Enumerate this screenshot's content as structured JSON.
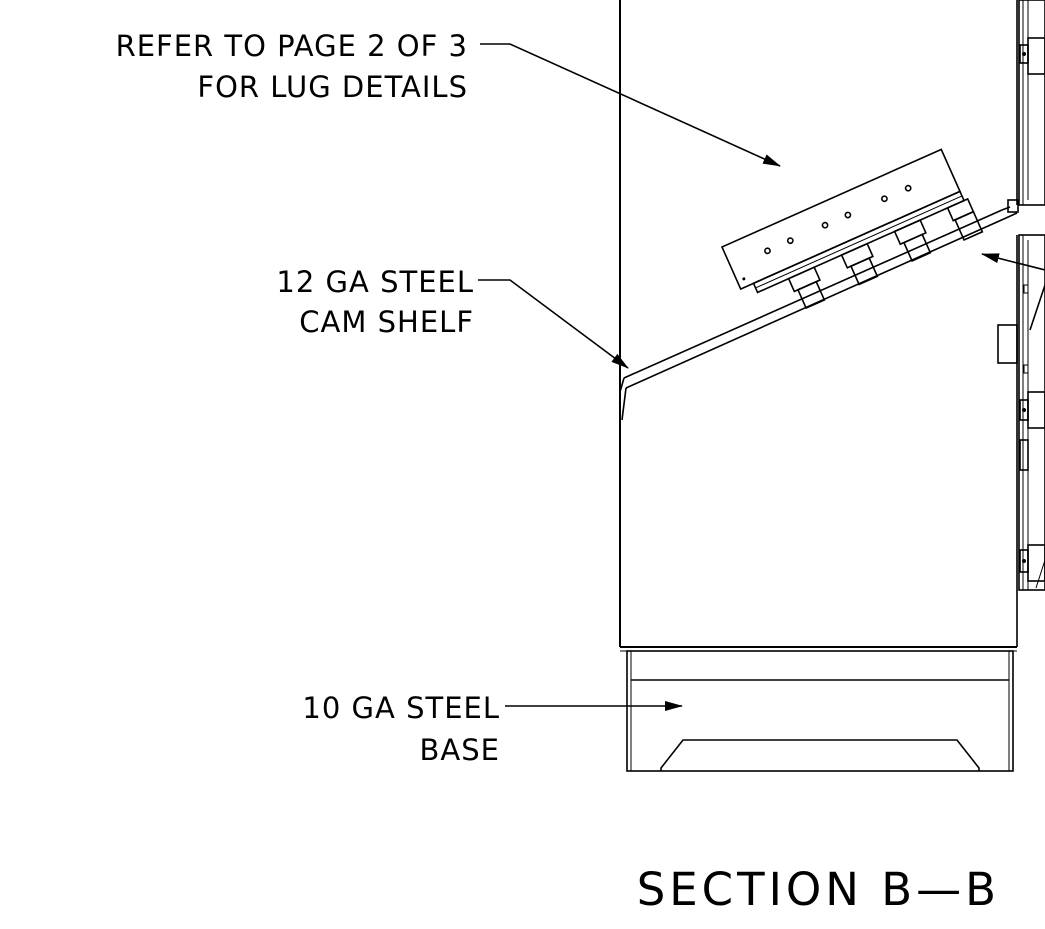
{
  "title": "SECTION B—B",
  "callouts": {
    "lug": {
      "line1": "REFER TO PAGE 2 OF 3",
      "line2": "FOR LUG DETAILS"
    },
    "shelf": {
      "line1": "12 GA STEEL",
      "line2": "CAM SHELF"
    },
    "base": {
      "line1": "10 GA STEEL",
      "line2": "BASE"
    }
  }
}
